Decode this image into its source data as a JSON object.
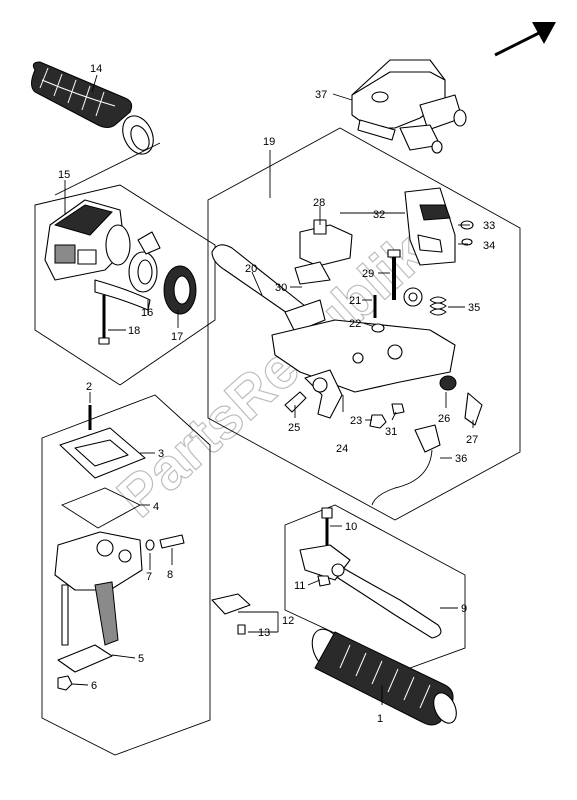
{
  "watermark": "PartsRepublik",
  "callouts": {
    "c1": "1",
    "c2": "2",
    "c3": "3",
    "c4": "4",
    "c5": "5",
    "c6": "6",
    "c7": "7",
    "c8": "8",
    "c9": "9",
    "c10": "10",
    "c11": "11",
    "c12": "12",
    "c13": "13",
    "c14": "14",
    "c15": "15",
    "c16": "16",
    "c17": "17",
    "c18": "18",
    "c19": "19",
    "c20": "20",
    "c21": "21",
    "c22": "22",
    "c23": "23",
    "c24": "24",
    "c25": "25",
    "c26": "26",
    "c27": "27",
    "c28": "28",
    "c29": "29",
    "c30": "30",
    "c31": "31",
    "c32": "32",
    "c33": "33",
    "c34": "34",
    "c35": "35",
    "c36": "36",
    "c37": "37"
  },
  "icons": {
    "direction_arrow": "front-direction-arrow-icon"
  }
}
